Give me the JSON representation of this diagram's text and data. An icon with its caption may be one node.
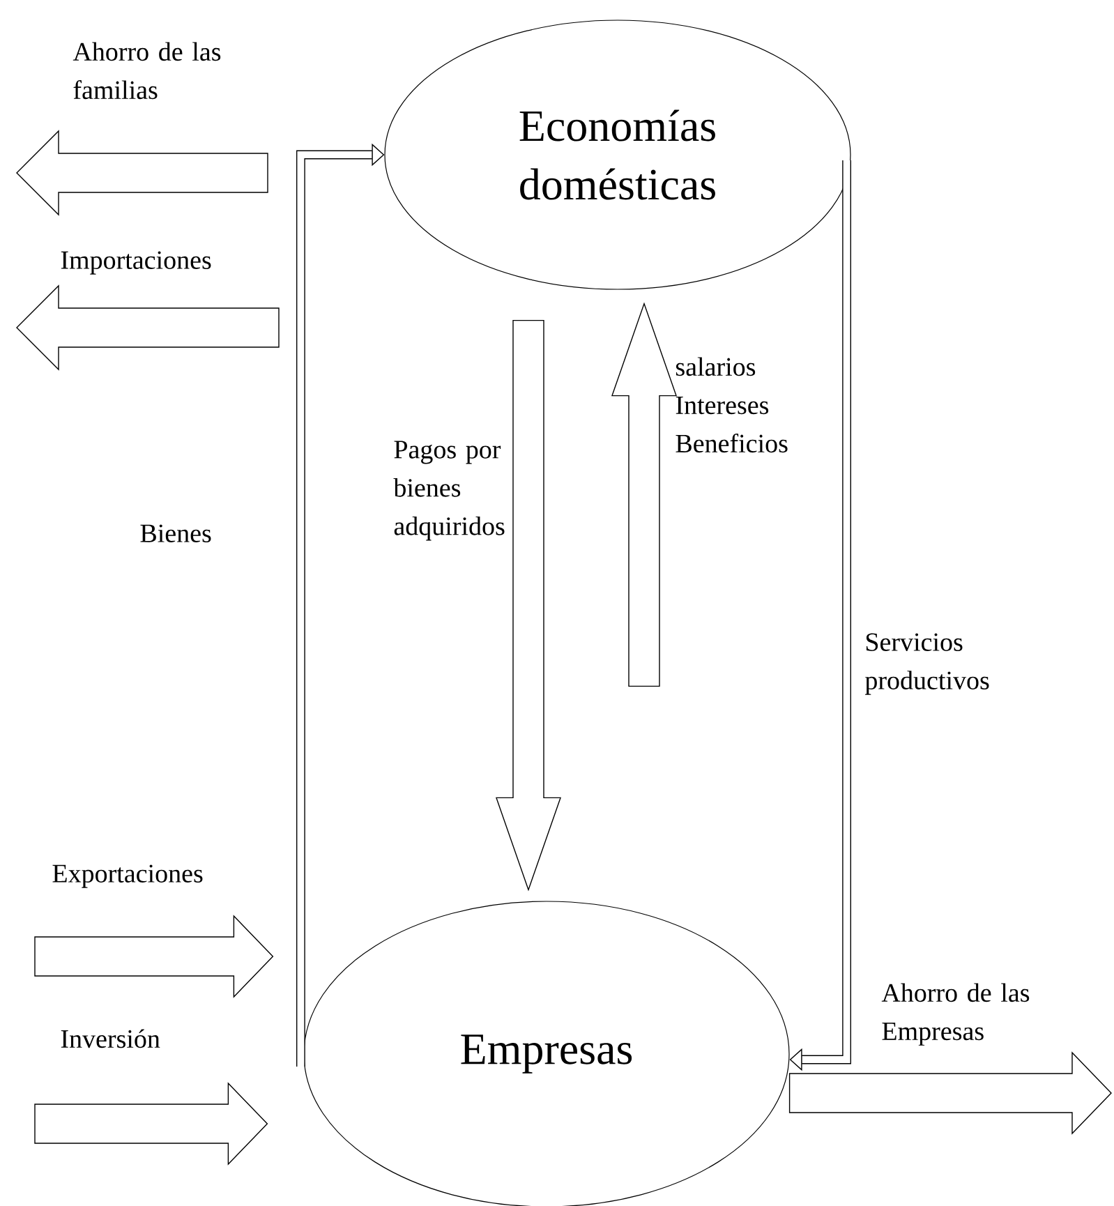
{
  "diagram": {
    "nodes": [
      {
        "text": [
          "Economías domésticas"
        ]
      },
      {
        "text": [
          "Empresas"
        ]
      }
    ],
    "edges": [
      {
        "from": 1,
        "to": 0,
        "arrow": "to",
        "label": "Bienes"
      },
      {
        "from": 0,
        "to": 1,
        "arrow": "to",
        "label": "Pagos por bienes adquiridos"
      },
      {
        "from": 1,
        "to": 0,
        "arrow": "to",
        "label": "salarios Intereses Beneficios"
      },
      {
        "from": 0,
        "to": 1,
        "arrow": "to",
        "label": "Servicios productivos"
      },
      {
        "from": null,
        "to": 1,
        "arrow": "to",
        "label": "Exportaciones"
      },
      {
        "from": null,
        "to": 1,
        "arrow": "to",
        "label": "Inversión"
      },
      {
        "from": 1,
        "to": null,
        "arrow": "to",
        "label": "Ahorro de las Empresas"
      }
    ],
    "labels": [
      "Ahorro de las familias",
      "Importaciones"
    ]
  }
}
